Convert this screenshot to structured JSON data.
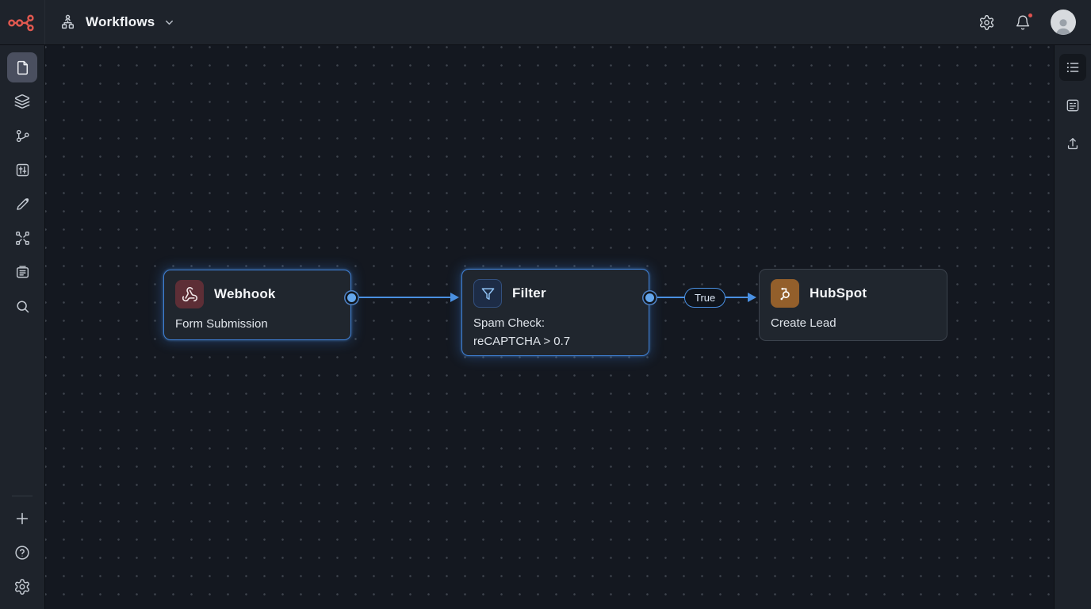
{
  "header": {
    "title": "Workflows",
    "has_notification": true,
    "icons": [
      "org-chart-icon",
      "chevron-down-icon",
      "gear-icon",
      "bell-icon",
      "avatar"
    ]
  },
  "left_sidebar": {
    "items": [
      {
        "icon": "file-icon",
        "active": true
      },
      {
        "icon": "layers-icon",
        "active": false
      },
      {
        "icon": "branch-icon",
        "active": false
      },
      {
        "icon": "sliders-icon",
        "active": false
      },
      {
        "icon": "pen-icon",
        "active": false
      },
      {
        "icon": "nodes-icon",
        "active": false
      },
      {
        "icon": "executions-icon",
        "active": false
      },
      {
        "icon": "search-icon",
        "active": false
      }
    ],
    "bottom_items": [
      {
        "icon": "plus-icon"
      },
      {
        "icon": "help-icon"
      },
      {
        "icon": "settings-icon"
      }
    ]
  },
  "right_sidebar": {
    "items": [
      {
        "icon": "outline-list-icon",
        "active": true
      },
      {
        "icon": "form-panel-icon",
        "active": false
      },
      {
        "icon": "export-icon",
        "active": false
      }
    ]
  },
  "canvas": {
    "nodes": [
      {
        "title": "Webhook",
        "subtitle": "Form Submission",
        "icon": "webhook-icon",
        "icon_bg": "#5d2e36",
        "selected": true
      },
      {
        "title": "Filter",
        "subtitle": "Spam Check:\nreCAPTCHA > 0.7",
        "icon": "filter-icon",
        "icon_bg": "#1d2c46",
        "selected": true
      },
      {
        "title": "HubSpot",
        "subtitle": "Create Lead",
        "icon": "hubspot-icon",
        "icon_bg": "#935f2b",
        "selected": false
      }
    ],
    "connections": [
      {
        "from": "Webhook",
        "to": "Filter",
        "label": ""
      },
      {
        "from": "Filter",
        "to": "HubSpot",
        "label": "True"
      }
    ]
  },
  "colors": {
    "accent_blue": "#4a90e2",
    "node_glow": "#3e7ed2",
    "logo_coral": "#e25950",
    "notification_red": "#e0524e",
    "canvas_bg": "#141820",
    "panel_bg": "#1e232b"
  }
}
